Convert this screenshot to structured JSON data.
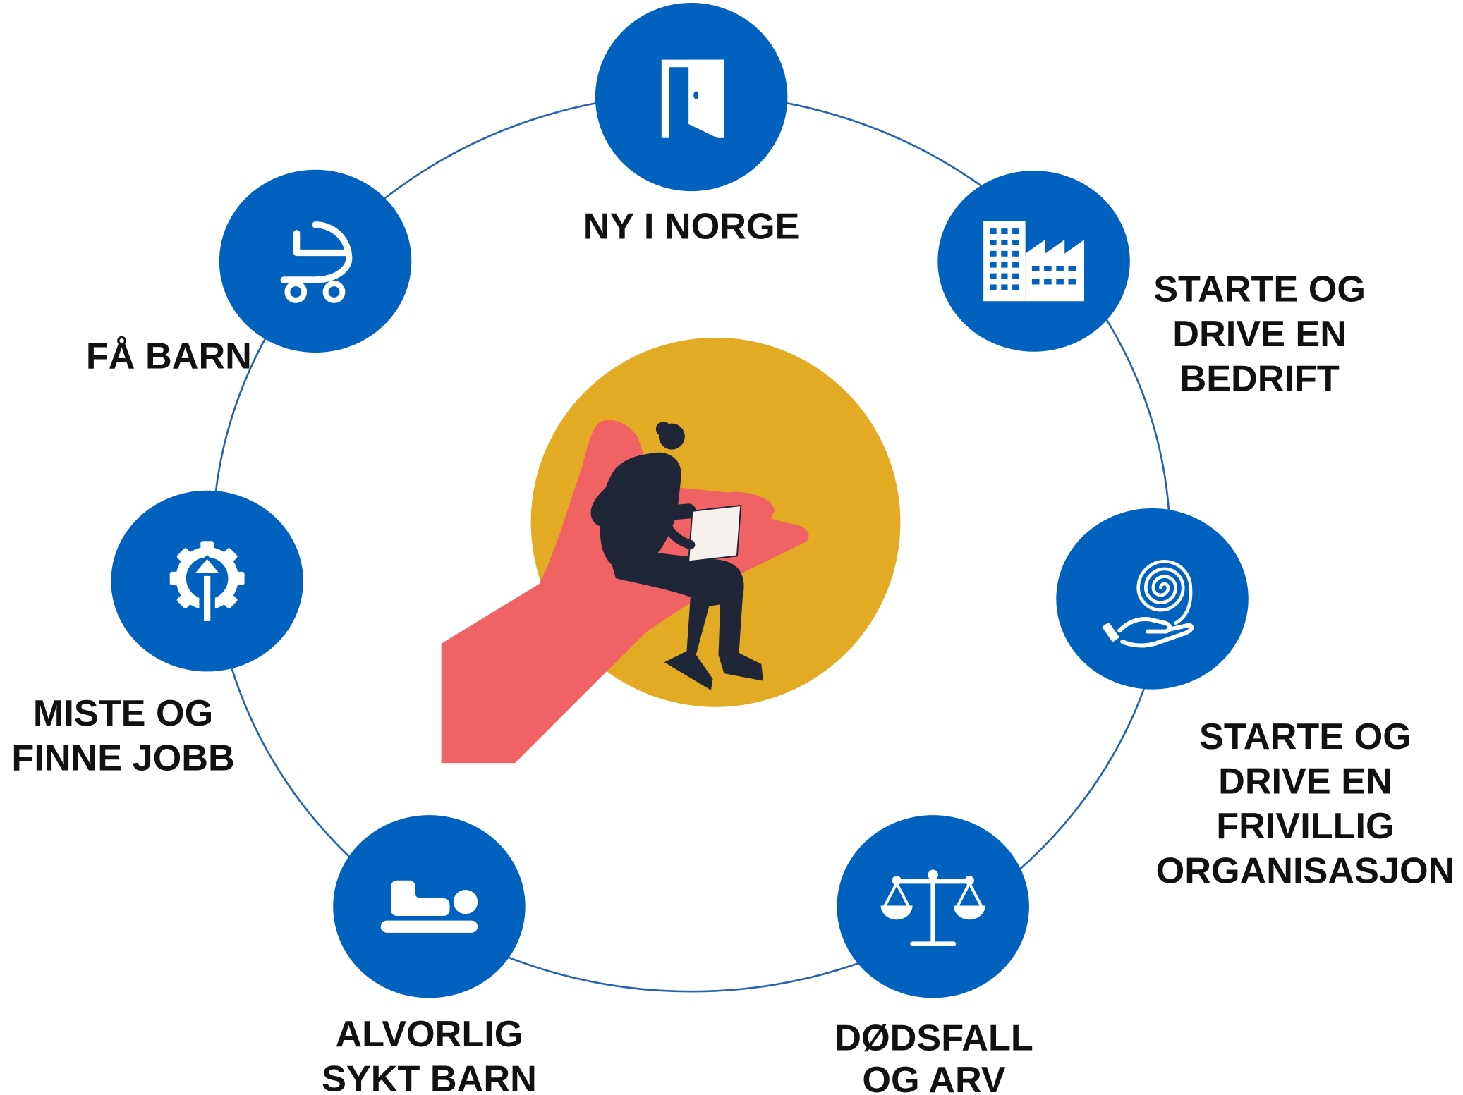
{
  "diagram": {
    "events": [
      {
        "lines": [
          "NY I NORGE"
        ],
        "icon": "door-icon"
      },
      {
        "lines": [
          "FÅ BARN"
        ],
        "icon": "stroller-icon"
      },
      {
        "lines": [
          "STARTE OG",
          "DRIVE EN",
          "BEDRIFT"
        ],
        "icon": "factory-icon"
      },
      {
        "lines": [
          "MISTE OG",
          "FINNE JOBB"
        ],
        "icon": "gear-arrow-up-icon"
      },
      {
        "lines": [
          "STARTE OG",
          "DRIVE EN",
          "FRIVILLIG",
          "ORGANISASJON"
        ],
        "icon": "hand-spiral-icon"
      },
      {
        "lines": [
          "ALVORLIG",
          "SYKT BARN"
        ],
        "icon": "sick-person-bed-icon"
      },
      {
        "lines": [
          "DØDSFALL",
          "OG ARV"
        ],
        "icon": "scales-icon"
      }
    ],
    "center_icon": "person-laptop-on-hand-illustration"
  },
  "colors": {
    "circle_blue": "#0061BF",
    "ring_line": "#2463B0",
    "center_yellow": "#E3AA23",
    "hand_pink": "#F06264",
    "person_dark": "#1E2638",
    "laptop": "#F7F1EE",
    "label_text": "#111111",
    "icon_white": "#FFFFFF"
  }
}
